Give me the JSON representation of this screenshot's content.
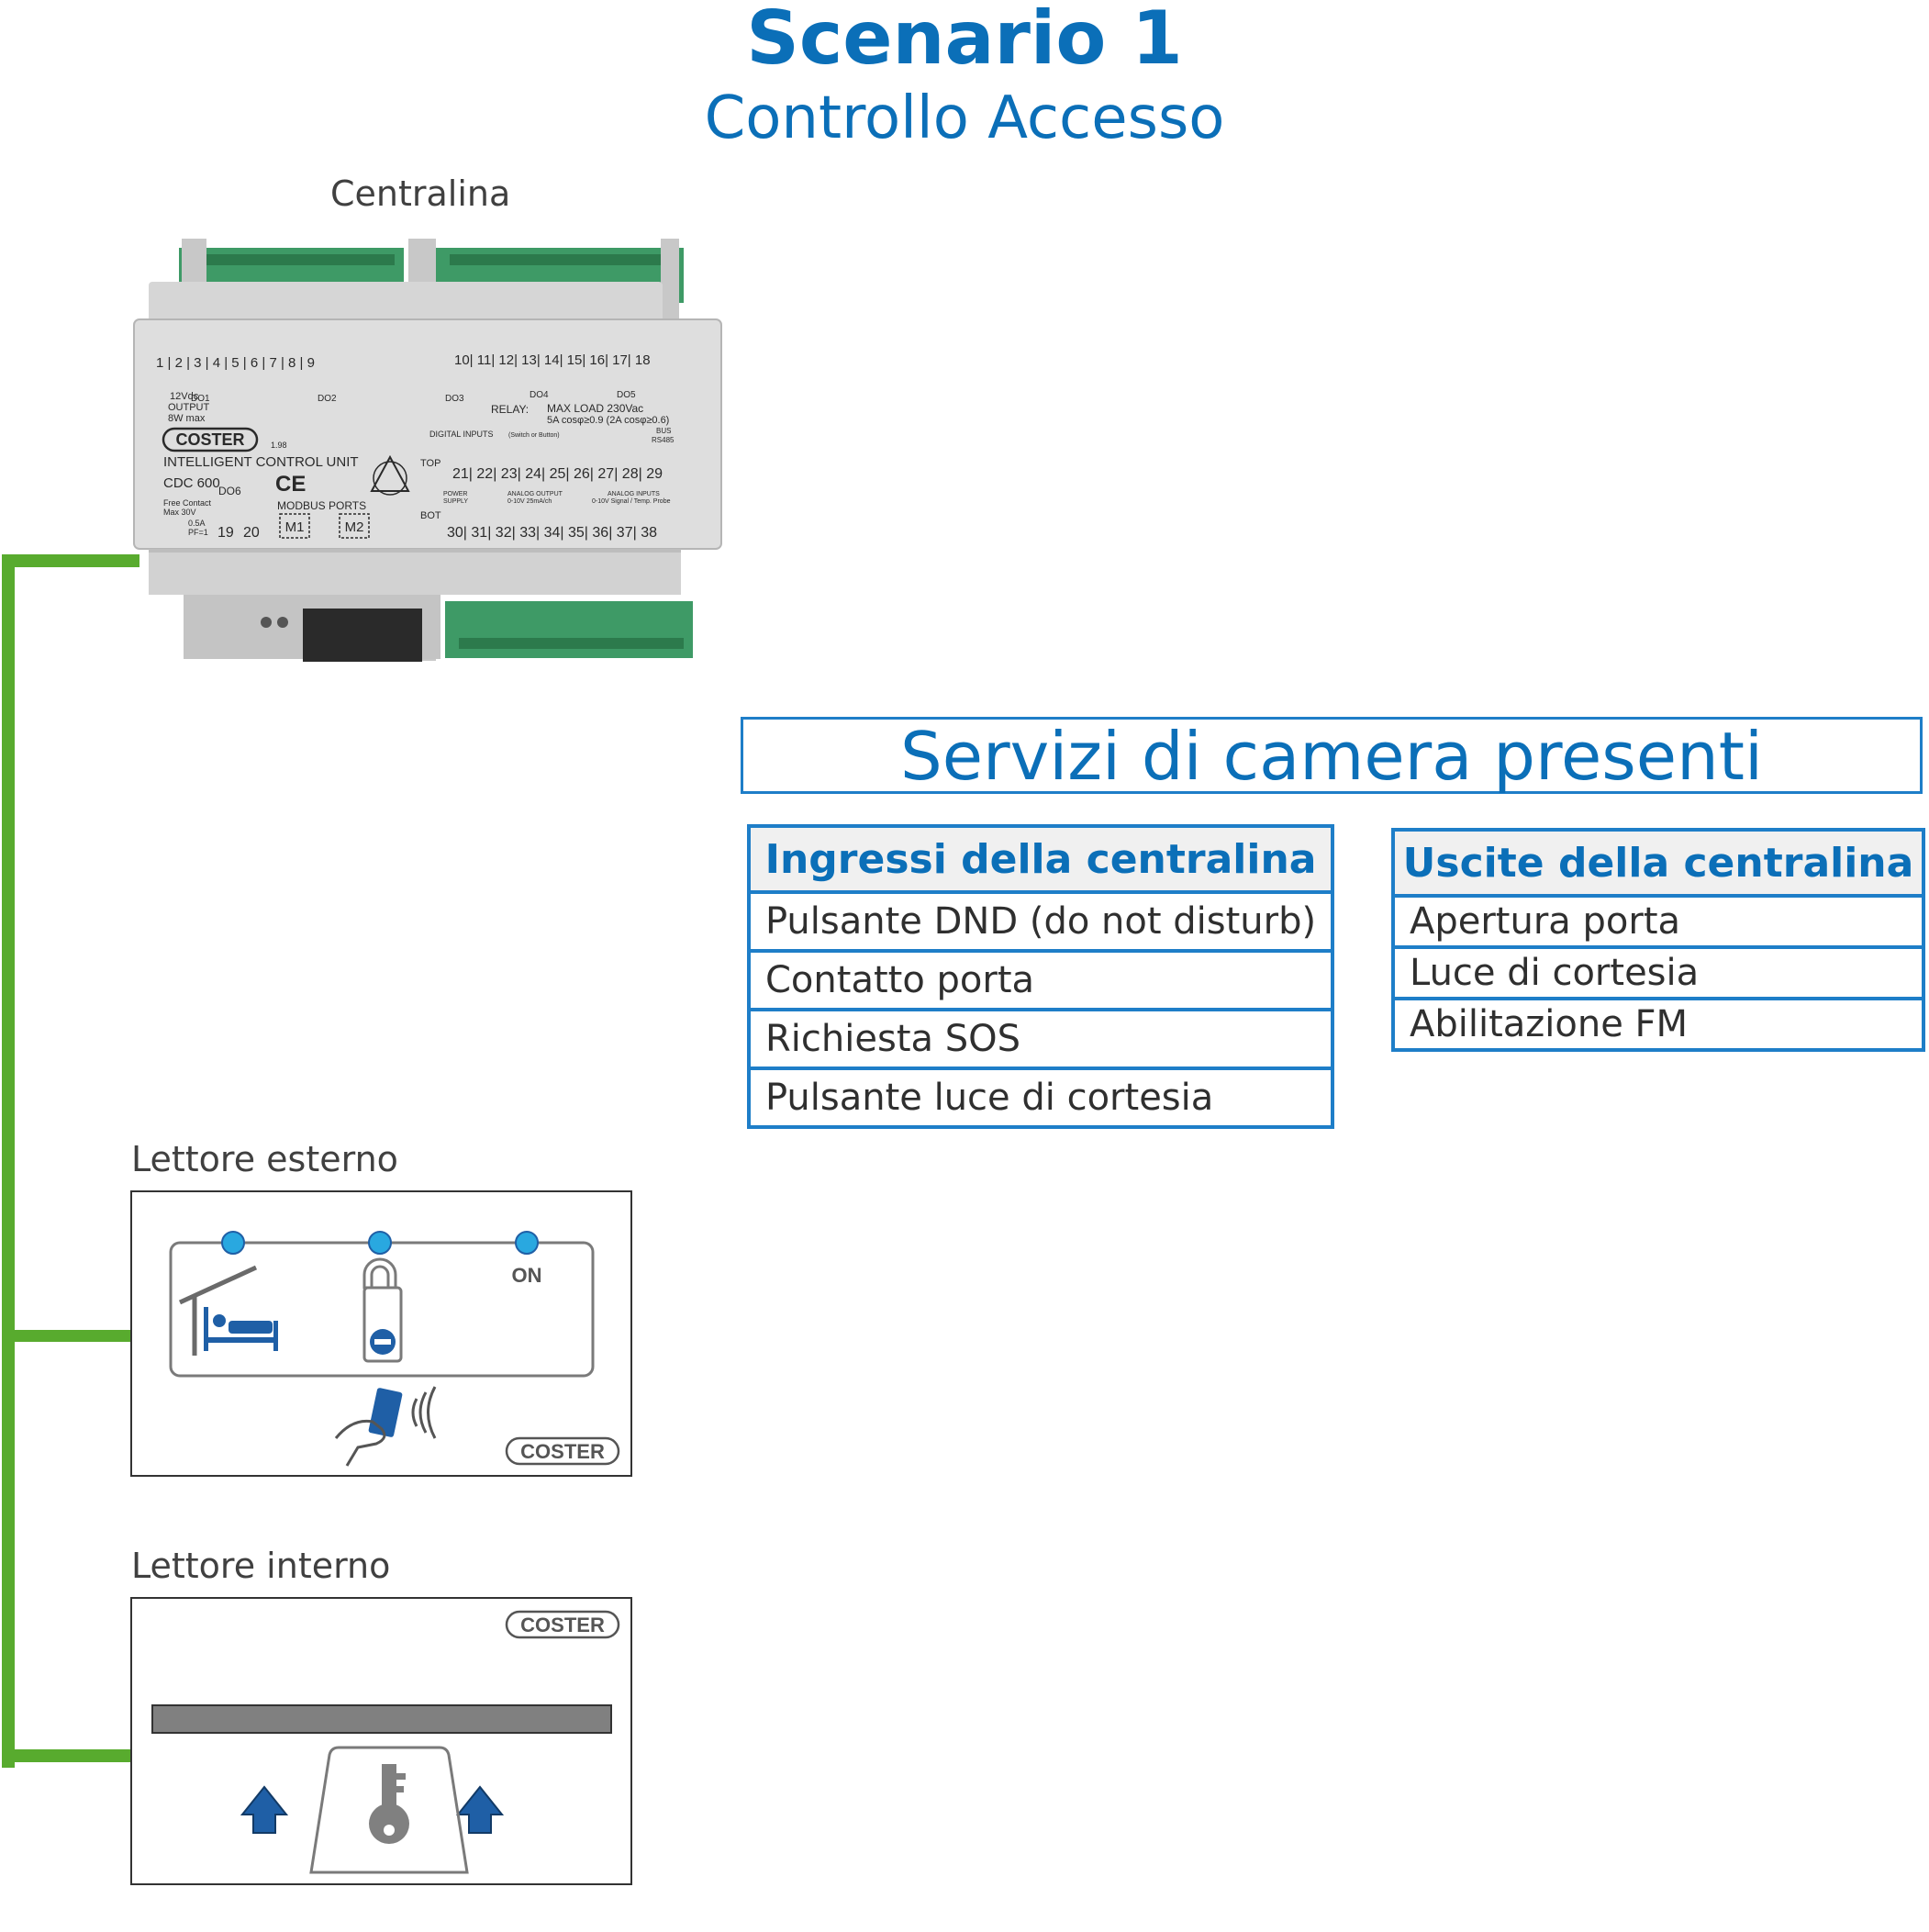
{
  "header": {
    "title": "Scenario 1",
    "subtitle": "Controllo Accesso"
  },
  "labels": {
    "controller": "Centralina",
    "external_reader": "Lettore esterno",
    "internal_reader": "Lettore interno"
  },
  "controller_device": {
    "brand": "COSTER",
    "product_line": "INTELLIGENT CONTROL UNIT",
    "model": "CDC 600",
    "power_output": [
      "12Vdc",
      "OUTPUT",
      "8W max"
    ],
    "relay_label": "RELAY:",
    "relay_rating": [
      "MAX LOAD 230Vac",
      "5A cosφ≥0.9 (2A cosφ≥0.6)"
    ],
    "free_contact": [
      "Free Contact",
      "Max 30V",
      "0.5A",
      "PF=1"
    ],
    "modbus_label": "MODBUS PORTS",
    "ports": [
      "M1",
      "M2"
    ],
    "digital_outputs": [
      "DO1",
      "DO2",
      "DO3",
      "DO4",
      "DO5",
      "DO6"
    ],
    "top_terminals": [
      "1",
      "2",
      "3",
      "4",
      "5",
      "6",
      "7",
      "8",
      "9",
      "10",
      "11",
      "12",
      "13",
      "14",
      "15",
      "16",
      "17",
      "18"
    ],
    "row_top": [
      "21",
      "22",
      "23",
      "24",
      "25",
      "26",
      "27",
      "28",
      "29"
    ],
    "row_bottom": [
      "30",
      "31",
      "32",
      "33",
      "34",
      "35",
      "36",
      "37",
      "38"
    ],
    "do6_terminals": [
      "19",
      "20"
    ],
    "digital_inputs_label": "DIGITAL INPUTS",
    "digital_inputs_note": "(Switch or Button)",
    "bus_label": [
      "BUS",
      "RS485"
    ],
    "power_supply_label": [
      "POWER",
      "SUPPLY"
    ],
    "analog_output_label": [
      "ANALOG OUTPUT",
      "0-10V 25mA/ch"
    ],
    "analog_inputs_label": [
      "ANALOG INPUTS",
      "0-10V Signal / Temp. Probe"
    ],
    "top_side": "TOP",
    "bottom_side": "BOT",
    "version": "1.98"
  },
  "services": {
    "title": "Servizi di camera presenti",
    "inputs": {
      "header": "Ingressi della centralina",
      "rows": [
        "Pulsante DND (do not disturb)",
        "Contatto porta",
        "Richiesta SOS",
        "Pulsante luce di cortesia"
      ]
    },
    "outputs": {
      "header": "Uscite della centralina",
      "rows": [
        "Apertura porta",
        "Luce di cortesia",
        "Abilitazione FM"
      ]
    }
  },
  "external_reader": {
    "on_label": "ON",
    "brand": "COSTER"
  },
  "internal_reader": {
    "brand": "COSTER"
  },
  "colors": {
    "title_blue": "#0b6fb8",
    "border_blue": "#1e7ec8",
    "wire_green": "#58ab2e",
    "icon_blue": "#1f5fa6",
    "led_blue": "#29a8e0"
  },
  "icons": [
    "bed-icon",
    "door-hanger-dnd-icon",
    "hand-card-icon",
    "nfc-waves-icon",
    "arrow-up-icon",
    "key-icon"
  ]
}
